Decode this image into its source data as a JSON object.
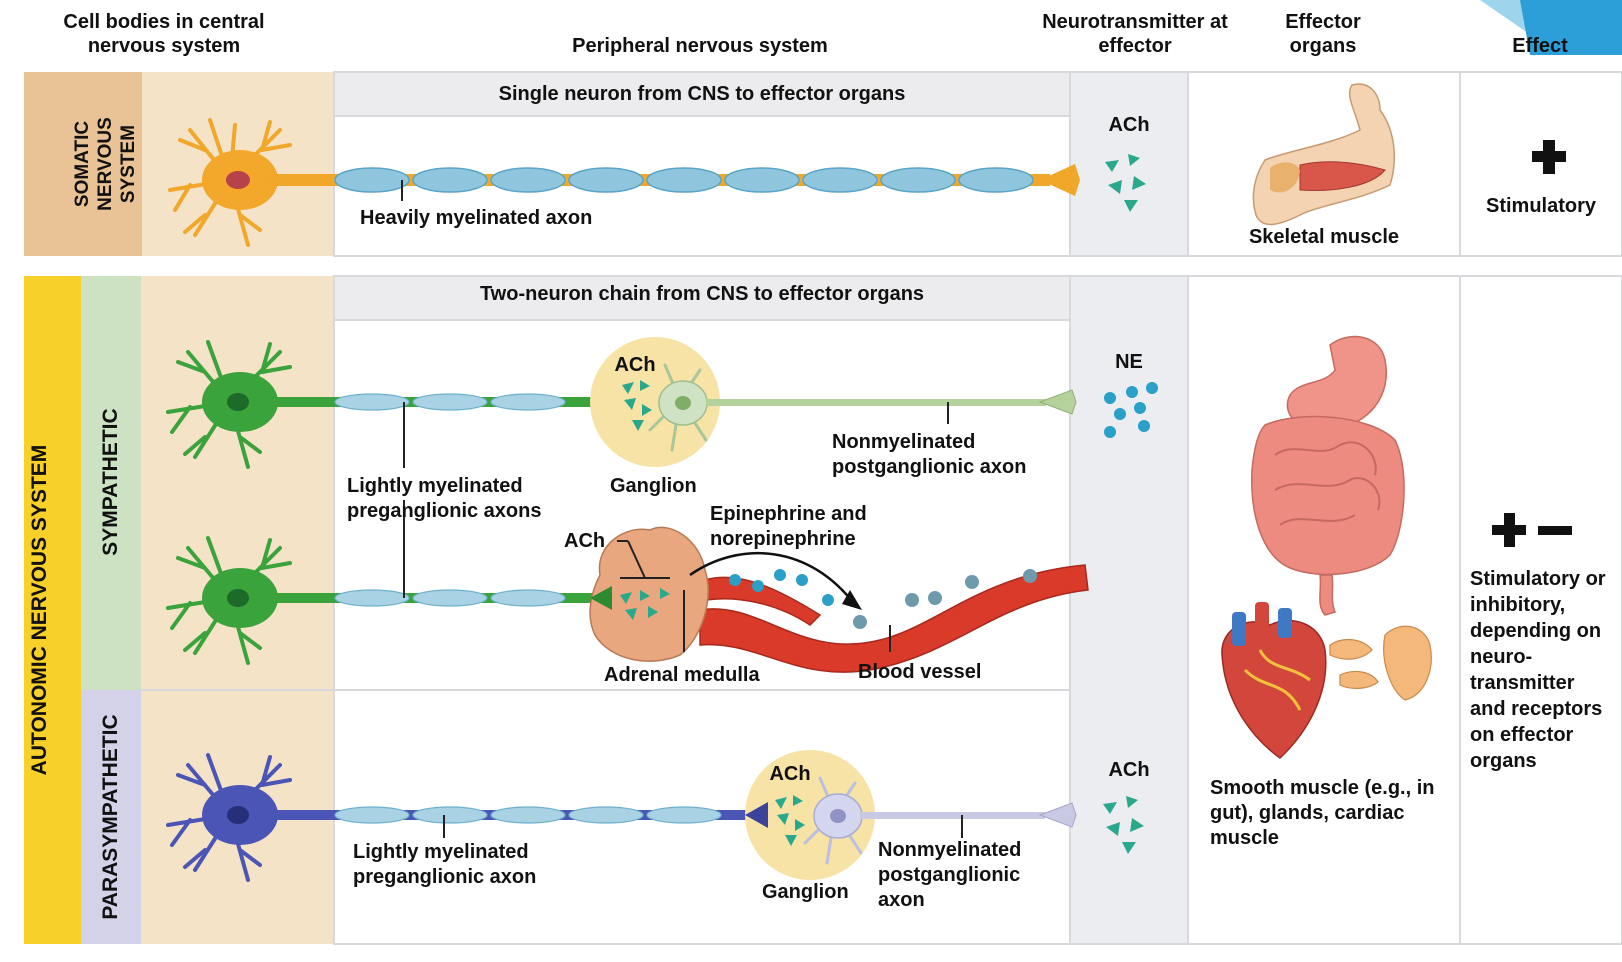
{
  "headers": {
    "cns": "Cell bodies in central nervous system",
    "pns": "Peripheral nervous system",
    "nt": "Neurotransmitter at effector",
    "effector": "Effector organs",
    "effect": "Effect"
  },
  "somatic": {
    "side_label": "SOMATIC NERVOUS SYSTEM",
    "banner": "Single neuron from CNS to effector organs",
    "axon_label": "Heavily myelinated axon",
    "neurotransmitter": "ACh",
    "effector": "Skeletal muscle",
    "effect_symbol": "+",
    "effect": "Stimulatory"
  },
  "autonomic": {
    "side_label": "AUTONOMIC NERVOUS SYSTEM",
    "banner": "Two-neuron chain from CNS to effector organs",
    "sympathetic": {
      "side_label": "SYMPATHETIC",
      "ganglion_nt": "ACh",
      "ganglion": "Ganglion",
      "pre_axon_label": "Lightly myelinated preganglionic axons",
      "post_axon_label": "Nonmyelinated postganglionic axon",
      "neurotransmitter": "NE",
      "adrenal_nt": "ACh",
      "hormones": "Epinephrine and norepinephrine",
      "adrenal": "Adrenal medulla",
      "blood_vessel": "Blood vessel"
    },
    "parasympathetic": {
      "side_label": "PARASYMPATHETIC",
      "ganglion_nt": "ACh",
      "ganglion": "Ganglion",
      "pre_axon_label": "Lightly myelinated preganglionic axon",
      "post_axon_label": "Nonmyelinated postganglionic axon",
      "neurotransmitter": "ACh"
    },
    "effector": "Smooth muscle (e.g., in gut), glands, cardiac muscle",
    "effect_symbol": "+ –",
    "effect": "Stimulatory or inhibitory, depending on neuro- transmitter and receptors on effector organs"
  },
  "colors": {
    "cns_bg": "#f5e3c8",
    "somatic_band": "#e9c395",
    "autonomic_band": "#f8d02a",
    "sympathetic_band": "#cde2c2",
    "parasympathetic_band": "#d4d2e8",
    "banner_bg": "#ececee",
    "nt_bg": "#ebedf0",
    "somatic_neuron": "#f1a72a",
    "sympathetic_neuron": "#3aa33c",
    "parasympathetic_neuron": "#4b55b5",
    "myelin": "#8fc6de",
    "ach": "#2aa88c",
    "ne": "#2a9fc8",
    "ganglion_bg": "#f7e3a6",
    "vessel": "#d93a2a"
  }
}
